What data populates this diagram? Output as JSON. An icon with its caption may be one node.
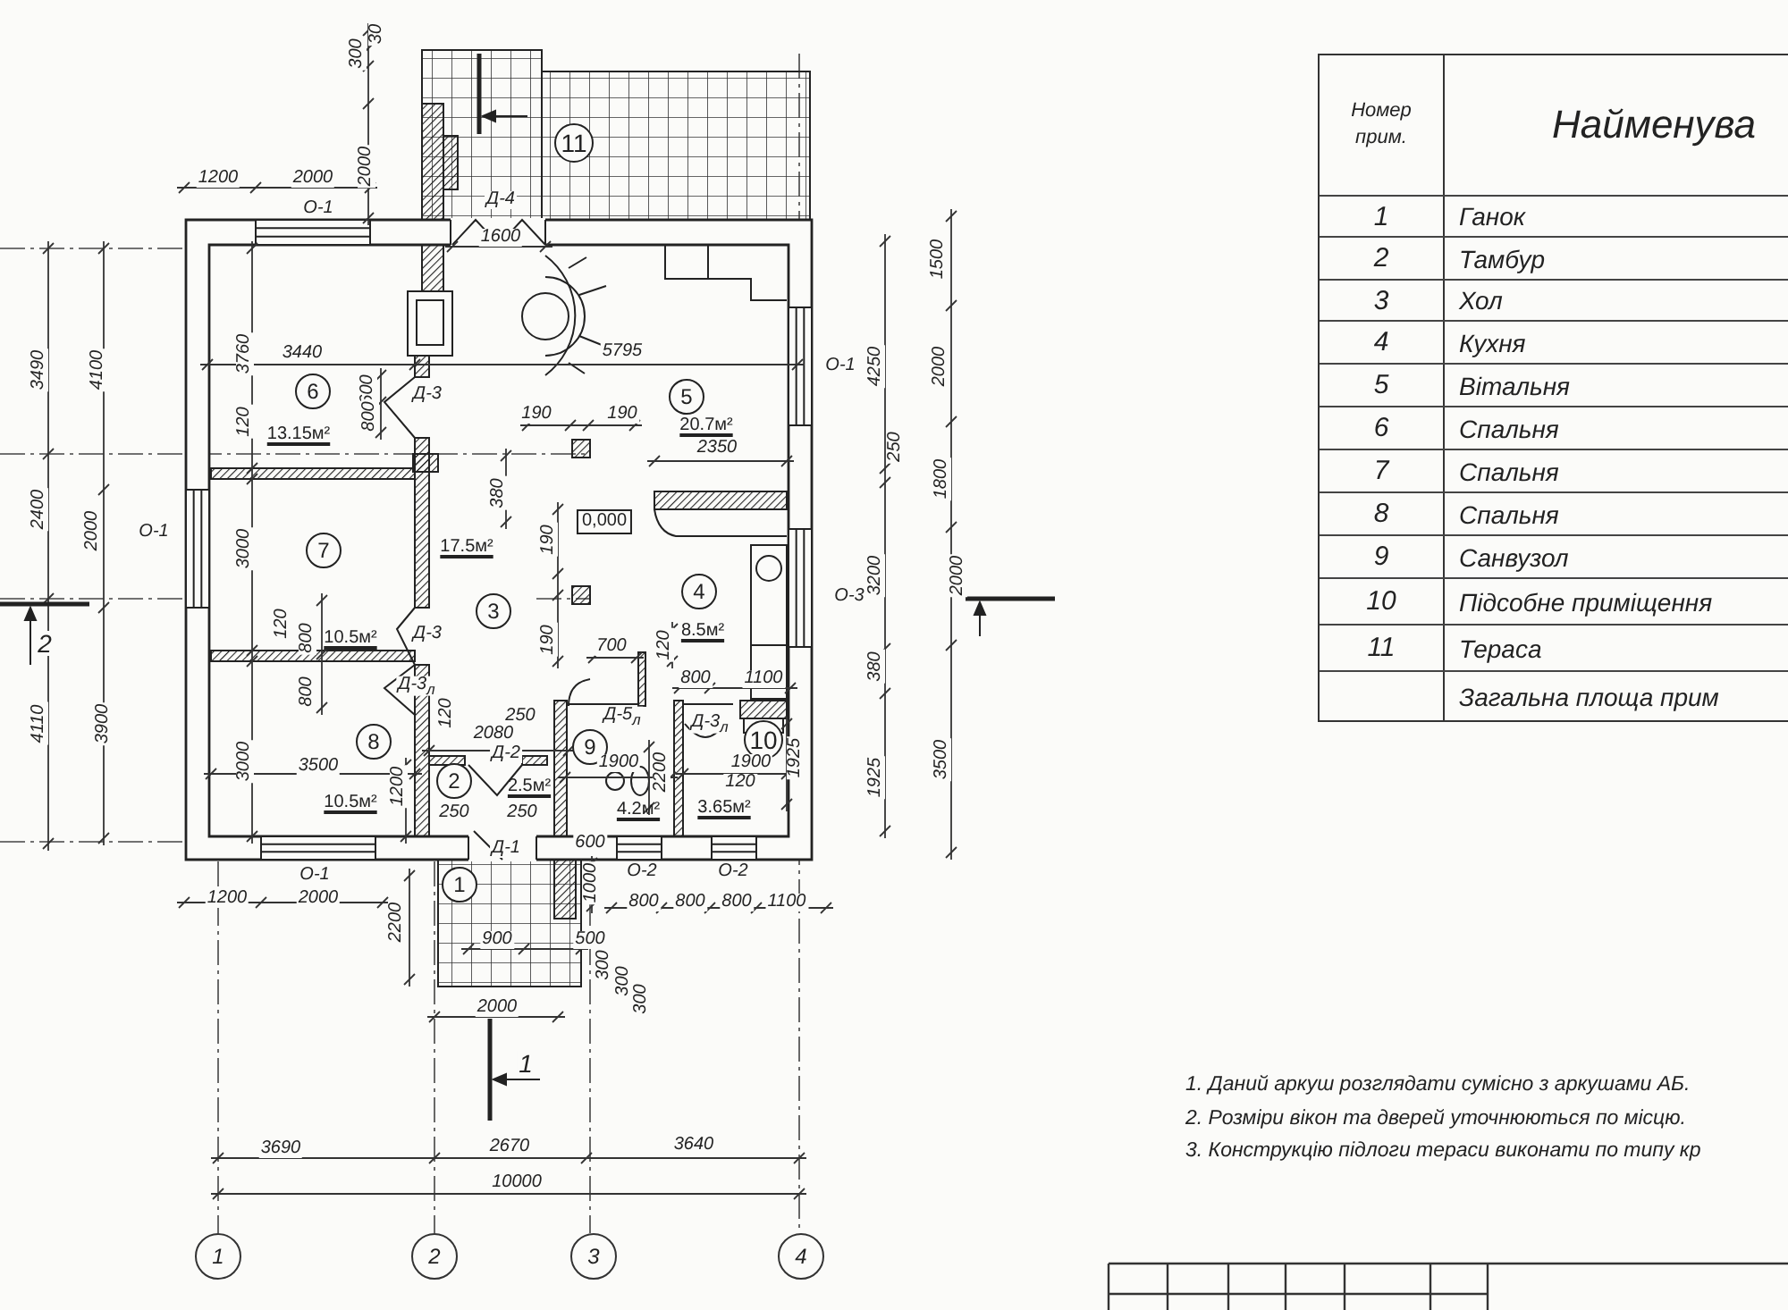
{
  "diagram": {
    "nodes": [
      {
        "text": [
          "1"
        ]
      },
      {
        "text": [
          "2",
          "2.5м²"
        ]
      },
      {
        "text": [
          "17.5м²",
          "3"
        ]
      },
      {
        "text": [
          "4",
          "8.5м²"
        ]
      },
      {
        "text": [
          "5",
          "20.7м²"
        ]
      },
      {
        "text": [
          "6",
          "13.15м²"
        ]
      },
      {
        "text": [
          "7",
          "10.5м²"
        ]
      },
      {
        "text": [
          "8",
          "10.5м²"
        ]
      },
      {
        "text": [
          "9",
          "4.2м²"
        ]
      },
      {
        "text": [
          "10",
          "3.65м²"
        ]
      },
      {
        "text": [
          "11"
        ]
      },
      {
        "text": [
          "1"
        ]
      },
      {
        "text": [
          "2"
        ]
      },
      {
        "text": [
          "3"
        ]
      },
      {
        "text": [
          "4"
        ]
      }
    ],
    "labels": [
      "300",
      "30",
      "2000",
      "1200",
      "2000",
      "О-1",
      "Д-4",
      "1600",
      "3490",
      "4100",
      "3760",
      "3440",
      "5795",
      "О-1",
      "1500",
      "4250",
      "2000",
      "600",
      "800",
      "Д-3",
      "120",
      "190",
      "190",
      "2350",
      "250",
      "1800",
      "2400",
      "2000",
      "О-1",
      "3000",
      "380",
      "0,000",
      "190",
      "О-3",
      "3200",
      "2000",
      "120",
      "800",
      "Д-3",
      "190",
      "700",
      "120",
      "800",
      "1100",
      "380",
      "800",
      "Д-3$_{л}$",
      "Д-5$_{л}$",
      "Д-3$_{л}$",
      "120",
      "250",
      "4110",
      "3900",
      "2080",
      "Д-2",
      "3000",
      "3500",
      "1900",
      "2200",
      "1900",
      "1925",
      "120",
      "1925",
      "3500",
      "1200",
      "250",
      "250",
      "Д-1",
      "600",
      "О-1",
      "О-2",
      "О-2",
      "1200",
      "2000",
      "2200",
      "1000",
      "800",
      "800",
      "800",
      "1100",
      "900",
      "500",
      "300",
      "300",
      "300",
      "2000",
      "1",
      "2",
      "3690",
      "2670",
      "3640",
      "10000",
      "Номер прим.",
      "Найменува",
      "1",
      "Ганок",
      "2",
      "Тамбур",
      "3",
      "Хол",
      "4",
      "Кухня",
      "5",
      "Вітальня",
      "6",
      "Спальня",
      "7",
      "Спальня",
      "8",
      "Спальня",
      "9",
      "Санвузол",
      "10",
      "Підсобне приміщення",
      "11",
      "Тераса",
      "Загальна площа прим",
      "1. Даний аркуш розглядати сумісно з аркушами АБ.",
      "2. Розміри вікон та дверей уточнюються по місцю.",
      "3. Конструкцію підлоги тераси виконати по типу кр"
    ]
  }
}
